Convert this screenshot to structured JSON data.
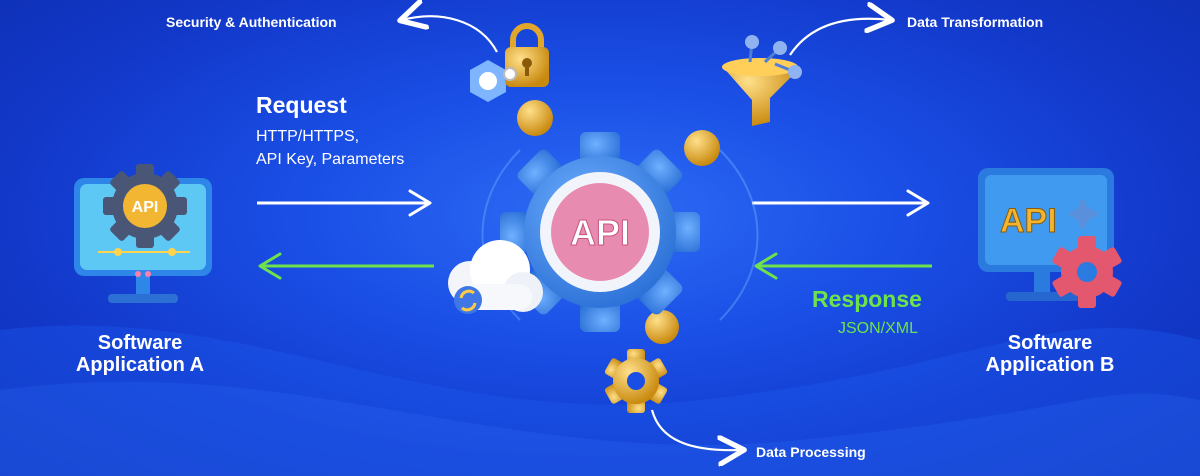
{
  "captions": {
    "security": "Security & Authentication",
    "transformation": "Data Transformation",
    "processing": "Data Processing"
  },
  "request": {
    "title": "Request",
    "line1": "HTTP/HTTPS,",
    "line2": "API Key, Parameters"
  },
  "response": {
    "title": "Response",
    "format": "JSON/XML"
  },
  "app_a": {
    "line1": "Software",
    "line2": "Application A",
    "screen_badge": "API"
  },
  "app_b": {
    "line1": "Software",
    "line2": "Application B",
    "screen_text": "API"
  },
  "center": {
    "badge": "API"
  },
  "colors": {
    "background": "#1a4fe6",
    "request_arrow": "#ffffff",
    "response_arrow": "#6ee24a",
    "gear_blue": "#3f8df0",
    "badge_pink": "#e88bb0",
    "gold": "#e8b23a"
  },
  "icons": [
    "lock-icon",
    "funnel-icon",
    "cloud-sync-icon",
    "gear-icon",
    "monitor-icon"
  ]
}
